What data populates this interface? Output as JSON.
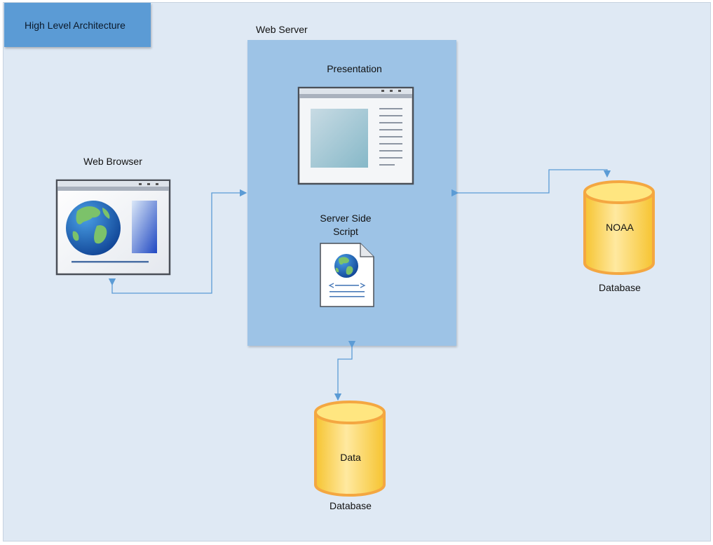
{
  "title": "High Level Architecture",
  "web_server": {
    "label": "Web Server",
    "presentation_label": "Presentation",
    "script_label_line1": "Server Side",
    "script_label_line2": "Script"
  },
  "web_browser": {
    "label": "Web Browser"
  },
  "noaa_db": {
    "name": "NOAA",
    "caption": "Database"
  },
  "data_db": {
    "name": "Data",
    "caption": "Database"
  },
  "colors": {
    "background": "#dfe9f4",
    "title_fill": "#5b9bd5",
    "server_fill": "#9dc3e6",
    "connector": "#5b9bd5",
    "db_fill": "#ffd966",
    "db_stroke": "#f4a741"
  },
  "icons": {
    "browser": "browser-window-globe-icon",
    "presentation": "presentation-window-icon",
    "script": "script-document-globe-icon",
    "database": "database-cylinder-icon"
  }
}
